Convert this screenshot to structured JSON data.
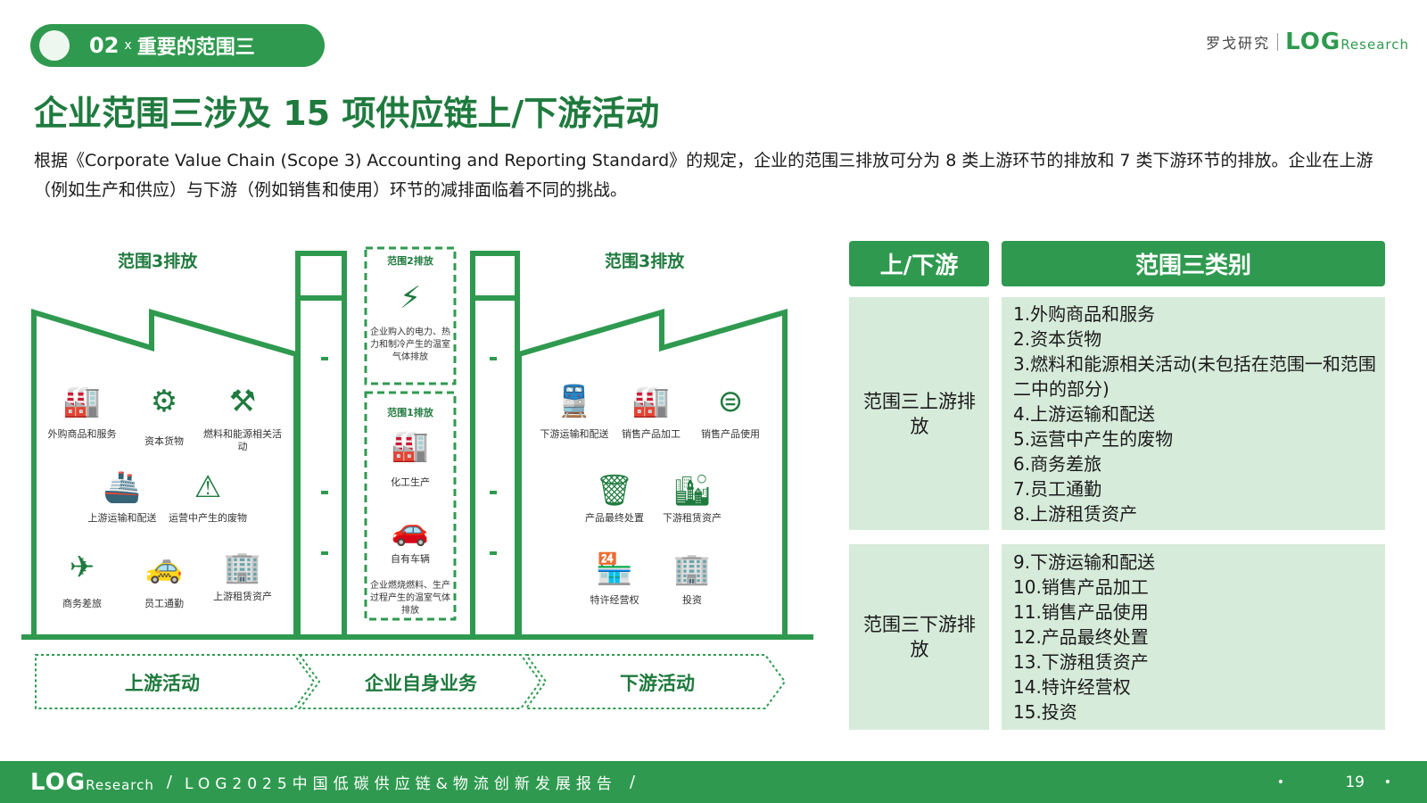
{
  "header": {
    "section_num": "02",
    "section_sep": "x",
    "section_title": "重要的范围三"
  },
  "brand": {
    "cn": "罗戈研究",
    "logo": "LOG",
    "logo_suffix": "Research"
  },
  "title": "企业范围三涉及 15 项供应链上/下游活动",
  "intro": "根据《Corporate Value Chain (Scope 3) Accounting and Reporting Standard》的规定，企业的范围三排放可分为 8 类上游环节的排放和 7 类下游环节的排放。企业在上游（例如生产和供应）与下游（例如销售和使用）环节的减排面临着不同的挑战。",
  "illustration": {
    "upstream_head": "范围3排放",
    "downstream_head": "范围3排放",
    "scope2_head": "范围2排放",
    "scope2_desc": "企业购入的电力、热力和制冷产生的温室气体排放",
    "scope1_head": "范围1排放",
    "scope1_item1": "化工生产",
    "scope1_item2": "自有车辆",
    "scope1_desc": "企业燃烧燃料、生产过程产生的温室气体排放",
    "upstream_items": [
      "外购商品和服务",
      "资本货物",
      "燃料和能源相关活动",
      "上游运输和配送",
      "运营中产生的废物",
      "商务差旅",
      "员工通勤",
      "上游租赁资产"
    ],
    "downstream_items": [
      "下游运输和配送",
      "销售产品加工",
      "销售产品使用",
      "产品最终处置",
      "下游租赁资产",
      "特许经营权",
      "投资"
    ],
    "arrow_upstream": "上游活动",
    "arrow_self": "企业自身业务",
    "arrow_downstream": "下游活动"
  },
  "table": {
    "col1": "上/下游",
    "col2": "范围三类别",
    "upstream_label": "范围三上游排放",
    "upstream_list": [
      "1.外购商品和服务",
      "2.资本货物",
      "3.燃料和能源相关活动(未包括在范围一和范围二中的部分)",
      "4.上游运输和配送",
      "5.运营中产生的废物",
      "6.商务差旅",
      "7.员工通勤",
      "8.上游租赁资产"
    ],
    "downstream_label": "范围三下游排放",
    "downstream_list": [
      "9.下游运输和配送",
      "10.销售产品加工",
      "11.销售产品使用",
      "12.产品最终处置",
      "13.下游租赁资产",
      "14.特许经营权",
      "15.投资"
    ]
  },
  "footer": {
    "logo": "LOG",
    "logo_suffix": "Research",
    "text": "LOG2025中国低碳供应链&物流创新发展报告",
    "page": "19"
  },
  "colors": {
    "accent": "#2f9a4f",
    "dark_green": "#1f7a3e",
    "cell_bg": "#d7ebda"
  }
}
